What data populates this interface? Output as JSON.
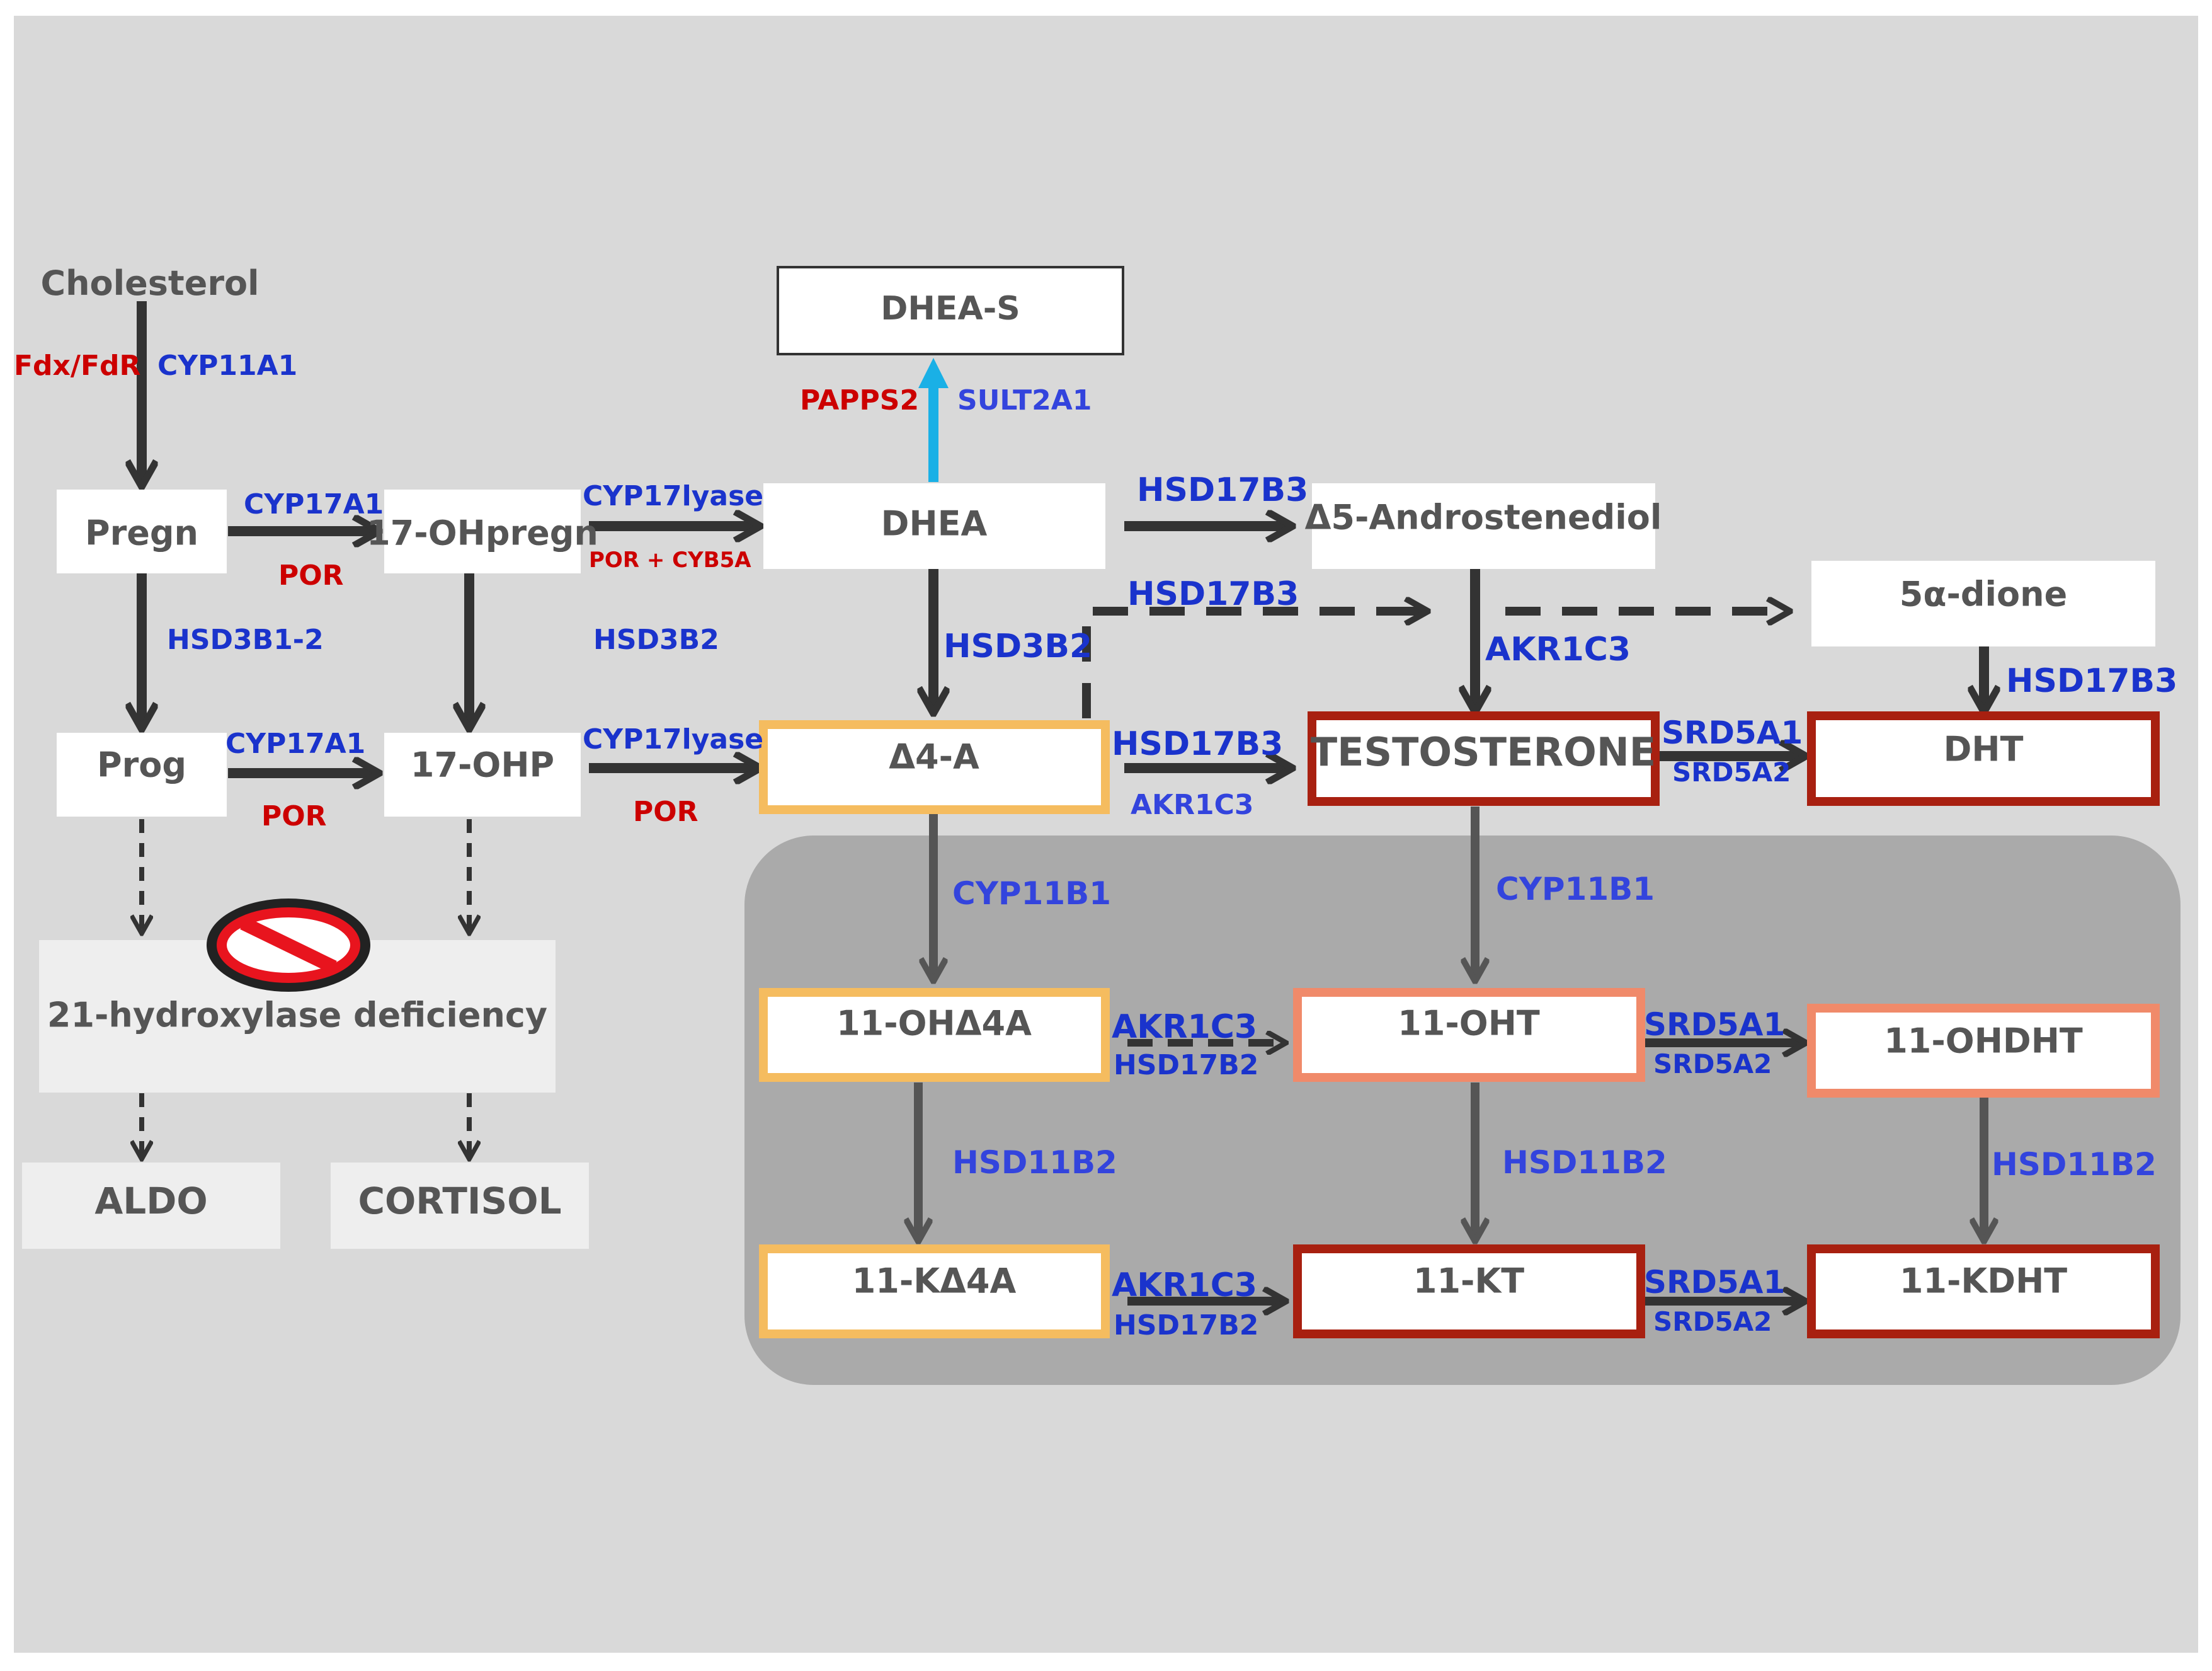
{
  "colors": {
    "canvas_bg": "#d9d9d9",
    "inner_panel": "#aaaaaa",
    "node_fill": "#ffffff",
    "light_node": "#eeeeee",
    "enzyme_blue": "#1a33cc",
    "cofactor_red": "#cc0000",
    "arrow": "#333333",
    "arrow_inner": "#555555",
    "sult_arrow": "#1ab0e6",
    "border_orange": "#f5bc5f",
    "border_salmon": "#f08a6a",
    "border_darkred": "#a82010",
    "stop_red": "#e8141e"
  },
  "nodes": {
    "cholesterol": "Cholesterol",
    "pregn": "Pregn",
    "ohpregn17": "17-OHpregn",
    "dhea": "DHEA",
    "dheas": "DHEA-S",
    "androstenediol": "Δ5-Androstenediol",
    "dione5a": "5α-dione",
    "prog": "Prog",
    "ohp17": "17-OHP",
    "a4": "Δ4-A",
    "testosterone": "TESTOSTERONE",
    "dht": "DHT",
    "deficiency": "21-hydroxylase deficiency",
    "aldo": "ALDO",
    "cortisol": "CORTISOL",
    "ohd4a11": "11-OHΔ4A",
    "oht11": "11-OHT",
    "ohdht11": "11-OHDHT",
    "kd4a11": "11-KΔ4A",
    "kt11": "11-KT",
    "kdht11": "11-KDHT"
  },
  "labels": {
    "fdx_fdr": "Fdx/FdR",
    "cyp11a1": "CYP11A1",
    "cyp17a1_top": "CYP17A1",
    "por_top": "POR",
    "cyp17lyase_top": "CYP17lyase",
    "por_cyb5a": "POR + CYB5A",
    "papps2": "PAPPS2",
    "sult2a1": "SULT2A1",
    "hsd17b3_top": "HSD17B3",
    "hsd17b3_dashed": "HSD17B3",
    "hsd3b1_2": "HSD3B1-2",
    "hsd3b2_left": "HSD3B2",
    "hsd3b2_center": "HSD3B2",
    "akr1c3_top": "AKR1C3",
    "hsd17b3_right": "HSD17B3",
    "cyp17a1_mid": "CYP17A1",
    "por_mid": "POR",
    "cyp17lyase_mid": "CYP17lyase",
    "por_mid2": "POR",
    "hsd17b3_mid": "HSD17B3",
    "akr1c3_mid": "AKR1C3",
    "srd5a1_top": "SRD5A1",
    "srd5a2_top": "SRD5A2",
    "cyp11b1_left": "CYP11B1",
    "cyp11b1_right": "CYP11B1",
    "akr1c3_row1": "AKR1C3",
    "hsd17b2_row1": "HSD17B2",
    "srd5a1_row1": "SRD5A1",
    "srd5a2_row1": "SRD5A2",
    "hsd11b2_left": "HSD11B2",
    "hsd11b2_mid": "HSD11B2",
    "hsd11b2_right": "HSD11B2",
    "akr1c3_row2": "AKR1C3",
    "hsd17b2_row2": "HSD17B2",
    "srd5a1_row2": "SRD5A1",
    "srd5a2_row2": "SRD5A2"
  },
  "icons": {
    "deficiency_marker": "prohibition-icon"
  }
}
